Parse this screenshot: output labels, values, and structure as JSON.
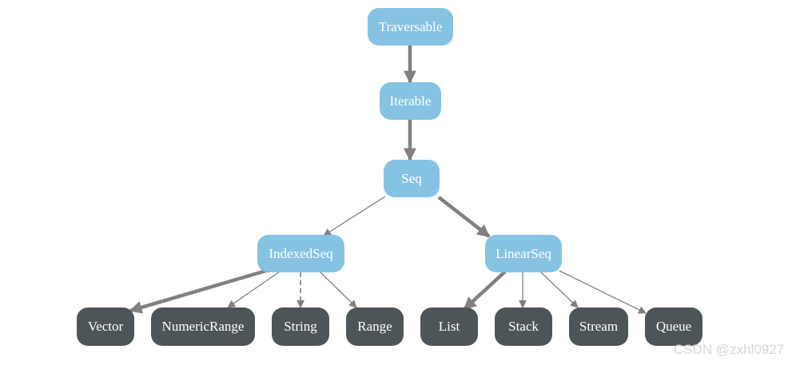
{
  "diagram": {
    "colors": {
      "trait_node": "#86c3e2",
      "implementation_node": "#4e5558",
      "edge": "#808080",
      "node_text": "#ffffff"
    },
    "nodes": {
      "traversable": "Traversable",
      "iterable": "Iterable",
      "seq": "Seq",
      "indexedseq": "IndexedSeq",
      "linearseq": "LinearSeq",
      "vector": "Vector",
      "numericrange": "NumericRange",
      "string": "String",
      "range": "Range",
      "list": "List",
      "stack": "Stack",
      "stream": "Stream",
      "queue": "Queue"
    },
    "edges": [
      {
        "from": "Traversable",
        "to": "Iterable",
        "style": "thick"
      },
      {
        "from": "Iterable",
        "to": "Seq",
        "style": "thick"
      },
      {
        "from": "Seq",
        "to": "IndexedSeq",
        "style": "thin"
      },
      {
        "from": "Seq",
        "to": "LinearSeq",
        "style": "thick"
      },
      {
        "from": "IndexedSeq",
        "to": "Vector",
        "style": "thick"
      },
      {
        "from": "IndexedSeq",
        "to": "NumericRange",
        "style": "thin"
      },
      {
        "from": "IndexedSeq",
        "to": "String",
        "style": "dashed"
      },
      {
        "from": "IndexedSeq",
        "to": "Range",
        "style": "thin"
      },
      {
        "from": "LinearSeq",
        "to": "List",
        "style": "thick"
      },
      {
        "from": "LinearSeq",
        "to": "Stack",
        "style": "thin"
      },
      {
        "from": "LinearSeq",
        "to": "Stream",
        "style": "thin"
      },
      {
        "from": "LinearSeq",
        "to": "Queue",
        "style": "thin"
      }
    ]
  },
  "watermark": "CSDN @zxhl0927"
}
